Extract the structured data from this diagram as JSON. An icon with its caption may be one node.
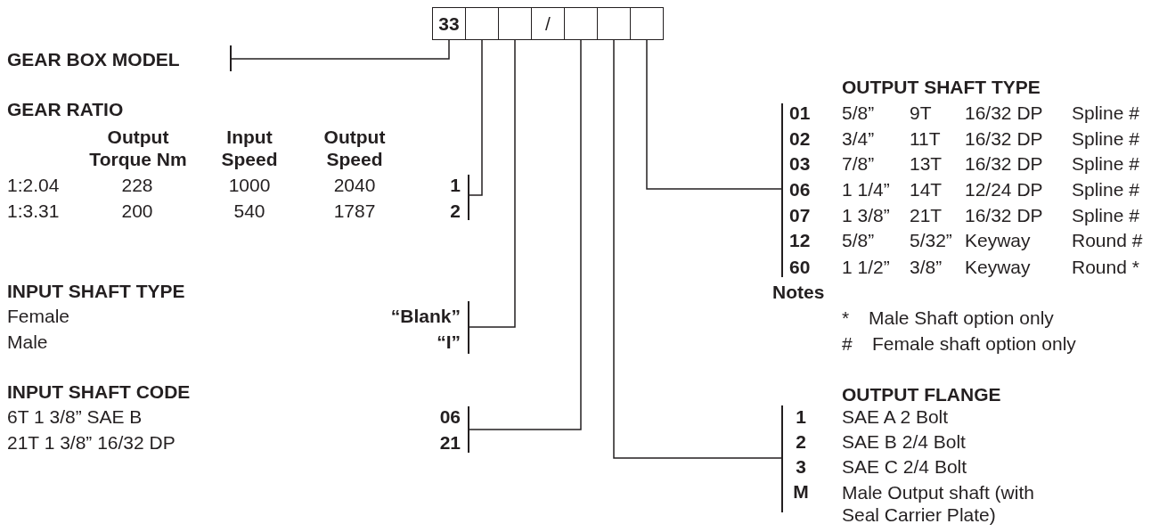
{
  "diagram": {
    "nodes": [
      {
        "text": [
          "33"
        ]
      },
      {
        "text": [],
        "shape": "box"
      },
      {
        "text": [],
        "shape": "box"
      },
      {
        "text": [
          "/"
        ]
      },
      {
        "text": [],
        "shape": "box"
      },
      {
        "text": [],
        "shape": "box"
      },
      {
        "text": [],
        "shape": "box"
      },
      {
        "text": [],
        "shape": "bar"
      },
      {
        "text": [],
        "shape": "bar"
      },
      {
        "text": [],
        "shape": "bar"
      },
      {
        "text": [],
        "shape": "bar"
      },
      {
        "text": [],
        "shape": "bar"
      },
      {
        "text": [],
        "shape": "bar"
      }
    ],
    "edges": [
      {
        "from": 0,
        "to": 7,
        "arrow": "none"
      },
      {
        "from": 1,
        "to": 8,
        "arrow": "none"
      },
      {
        "from": 2,
        "to": 9,
        "arrow": "none"
      },
      {
        "from": 4,
        "to": 10,
        "arrow": "none"
      },
      {
        "from": 5,
        "to": 12,
        "arrow": "none"
      },
      {
        "from": 6,
        "to": 11,
        "arrow": "none"
      }
    ],
    "labels": [
      "GEAR BOX MODEL",
      "GEAR RATIO",
      "Output Torque Nm",
      "Input Speed",
      "Output Speed",
      "1:2.04",
      "228",
      "1000",
      "2040",
      "1",
      "1:3.31",
      "200",
      "540",
      "1787",
      "2",
      "INPUT SHAFT TYPE",
      "Female",
      "“Blank”",
      "Male",
      "“I”",
      "INPUT SHAFT CODE",
      "6T 1 3/8” SAE B",
      "06",
      "21T 1 3/8” 16/32 DP",
      "21",
      "OUTPUT SHAFT TYPE",
      "01",
      "5/8”",
      "9T",
      "16/32 DP",
      "Spline #",
      "02",
      "3/4”",
      "11T",
      "16/32 DP",
      "Spline #",
      "03",
      "7/8”",
      "13T",
      "16/32 DP",
      "Spline #",
      "06",
      "1 1/4”",
      "14T",
      "12/24 DP",
      "Spline #",
      "07",
      "1 3/8”",
      "21T",
      "16/32 DP",
      "Spline #",
      "12",
      "5/8”",
      "5/32”",
      "Keyway",
      "Round #",
      "60",
      "1 1/2”",
      "3/8”",
      "Keyway",
      "Round *",
      "Notes",
      "*",
      "Male Shaft option only",
      "#",
      "Female shaft option only",
      "OUTPUT FLANGE",
      "1",
      "SAE A 2 Bolt",
      "2",
      "SAE B 2/4 Bolt",
      "3",
      "SAE C 2/4 Bolt",
      "M",
      "Male Output shaft (with Seal Carrier Plate)"
    ]
  }
}
